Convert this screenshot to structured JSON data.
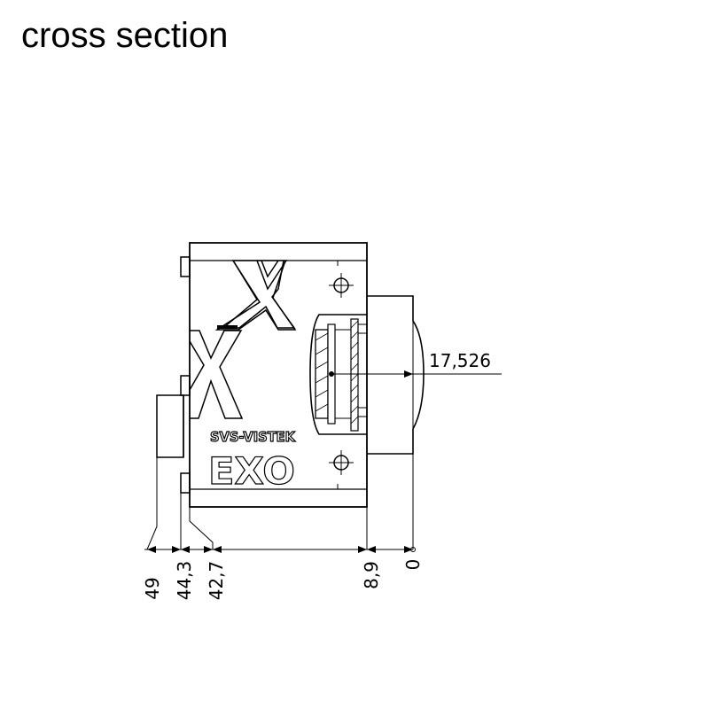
{
  "title": "cross section",
  "brand": {
    "maker": "SVS-VISTEK",
    "model": "EXO"
  },
  "dimensions": {
    "radial": "17,526",
    "horizontal": [
      "49",
      "44,3",
      "42,7",
      "8,9",
      "0"
    ]
  }
}
